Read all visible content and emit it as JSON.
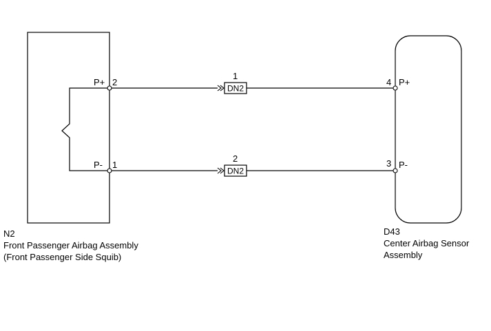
{
  "left_component": {
    "code": "N2",
    "name_line1": "Front Passenger Airbag Assembly",
    "name_line2": "(Front Passenger Side Squib)",
    "terminals": [
      {
        "name": "P+",
        "pin": "2"
      },
      {
        "name": "P-",
        "pin": "1"
      }
    ]
  },
  "right_component": {
    "code": "D43",
    "name_line1": "Center Airbag Sensor",
    "name_line2": "Assembly",
    "terminals": [
      {
        "name": "P+",
        "pin": "4"
      },
      {
        "name": "P-",
        "pin": "3"
      }
    ]
  },
  "connectors": [
    {
      "label": "DN2",
      "pin": "1"
    },
    {
      "label": "DN2",
      "pin": "2"
    }
  ]
}
